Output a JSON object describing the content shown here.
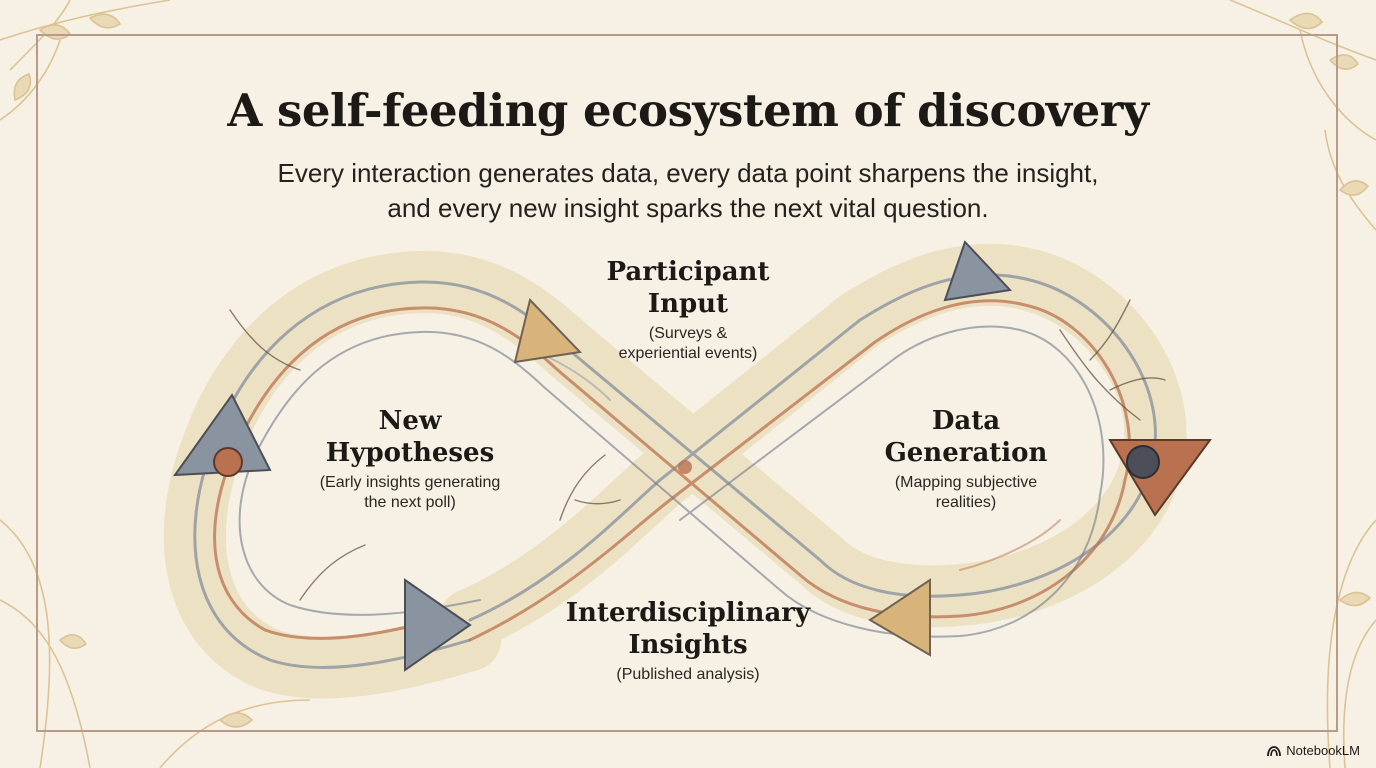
{
  "header": {
    "title": "A self-feeding ecosystem of discovery",
    "subtitle_line1": "Every interaction generates data, every data point sharpens the insight,",
    "subtitle_line2": "and every new insight sparks the next vital question."
  },
  "stages": {
    "participant_input": {
      "title_line1": "Participant",
      "title_line2": "Input",
      "desc_line1": "(Surveys &",
      "desc_line2": "experiential events)"
    },
    "data_generation": {
      "title_line1": "Data",
      "title_line2": "Generation",
      "desc_line1": "(Mapping subjective",
      "desc_line2": "realities)"
    },
    "interdisciplinary_insights": {
      "title_line1": "Interdisciplinary",
      "title_line2": "Insights",
      "desc_line1": "(Published analysis)"
    },
    "new_hypotheses": {
      "title_line1": "New",
      "title_line2": "Hypotheses",
      "desc_line1": "(Early insights generating",
      "desc_line2": "the next poll)"
    }
  },
  "brand": {
    "label": "NotebookLM",
    "icon": "notebooklm-logo-icon"
  },
  "colors": {
    "background": "#f6f1e4",
    "frame": "#b89a86",
    "band_slate": "#8a93a0",
    "band_terracotta": "#b9714f",
    "band_ochre": "#d8b47a",
    "foliage": "#d9bf8c"
  }
}
